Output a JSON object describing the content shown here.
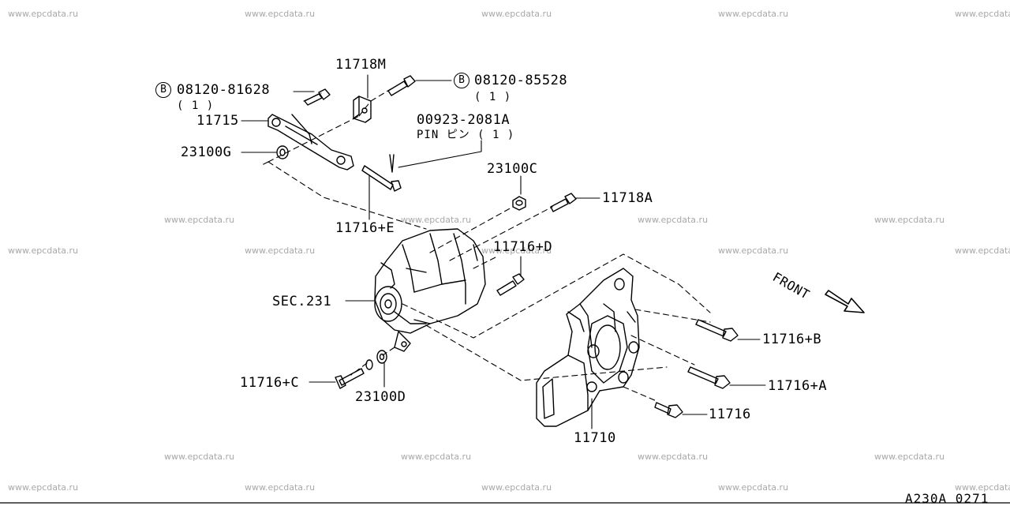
{
  "watermark": "www.epcdata.ru",
  "diagram_code": "A230A 0271",
  "front_label": "FRONT",
  "bolt_symbol": "B",
  "callouts": {
    "p08120_81628": "08120-81628",
    "p08120_81628_qty": "( 1 )",
    "p11718m": "11718M",
    "p08120_85528": "08120-85528",
    "p08120_85528_qty": "( 1 )",
    "p11715": "11715",
    "p00923": "00923-2081A",
    "p00923_desc": "PIN  ピン ( 1 )",
    "p23100g": "23100G",
    "p23100c": "23100C",
    "p11718a": "11718A",
    "p11716e": "11716+E",
    "p11716d": "11716+D",
    "sec231": "SEC.231",
    "p11716b": "11716+B",
    "p11716a": "11716+A",
    "p11716c": "11716+C",
    "p23100d": "23100D",
    "p11716": "11716",
    "p11710": "11710"
  }
}
